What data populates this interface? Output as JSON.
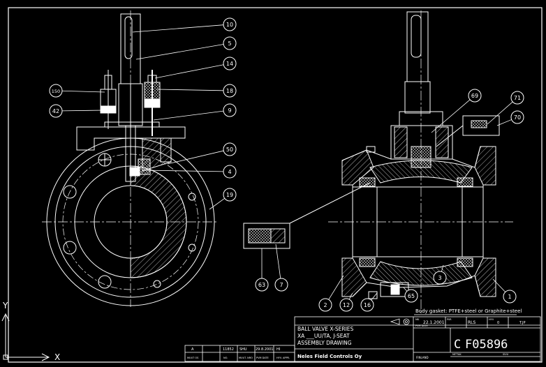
{
  "app": {
    "theme": "dark",
    "background_color": "#000000",
    "line_color": "#ffffff"
  },
  "ucs": {
    "y_label": "Y",
    "x_label": "X"
  },
  "balloons_left": [
    "10",
    "5",
    "14",
    "150",
    "18",
    "42",
    "9",
    "50",
    "4",
    "19"
  ],
  "balloons_right": [
    "69",
    "71",
    "70",
    "63",
    "7",
    "2",
    "12",
    "16",
    "65",
    "3",
    "1"
  ],
  "note": "Body gasket: PTFE+steel or Graphite+steel",
  "title_block": {
    "title_line1": "BALL VALVE X-SERIES",
    "title_line2": "XA ___UU/TA, J-SEAT",
    "title_line3": "ASSEMBLY DRAWING",
    "date": "22.1.2001",
    "drawn_by": "RLS",
    "rev_cell_1": "0",
    "rev_cell_2": "T.JP",
    "drawing_number": "F05896",
    "drawing_prefix": "C",
    "company": "Neles Field Controls Oy",
    "country": "FINLAND",
    "revision_row": [
      "A",
      "11852",
      "SHU",
      "29.8.2001",
      "HI"
    ],
    "revision_headers": [
      "MUUT OS",
      "NO.",
      "MUUT. NRO",
      "PVM DATE",
      "HYV. APPR."
    ],
    "small_labels": [
      "MK",
      "PVM DATE",
      "PIIR",
      "HYV",
      "MITTAK",
      "SIVU"
    ]
  }
}
